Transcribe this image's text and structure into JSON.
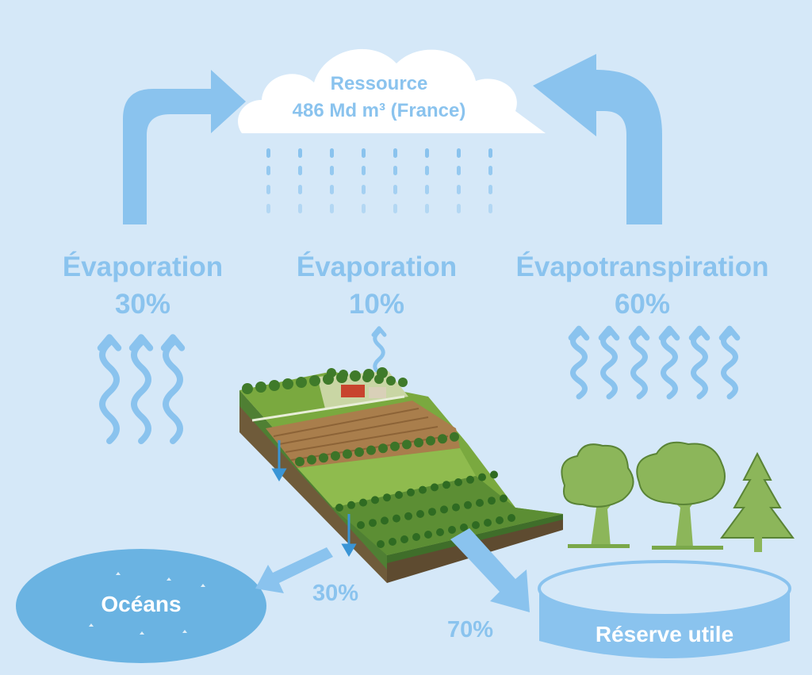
{
  "cloud": {
    "line1": "Ressource",
    "line2": "486 Md m³ (France)"
  },
  "evaporation_left": {
    "label": "Évaporation",
    "percent": "30%"
  },
  "evaporation_center": {
    "label": "Évaporation",
    "percent": "10%"
  },
  "evapotranspiration": {
    "label": "Évapotranspiration",
    "percent": "60%"
  },
  "oceans": {
    "label": "Océans",
    "percent": "30%"
  },
  "reserve": {
    "label": "Réserve utile",
    "percent": "70%"
  },
  "colors": {
    "background": "#d5e8f8",
    "arrow": "#8ac3ee",
    "water": "#6ab3e2",
    "cloud": "#ffffff",
    "tree": "#8cb65a"
  }
}
